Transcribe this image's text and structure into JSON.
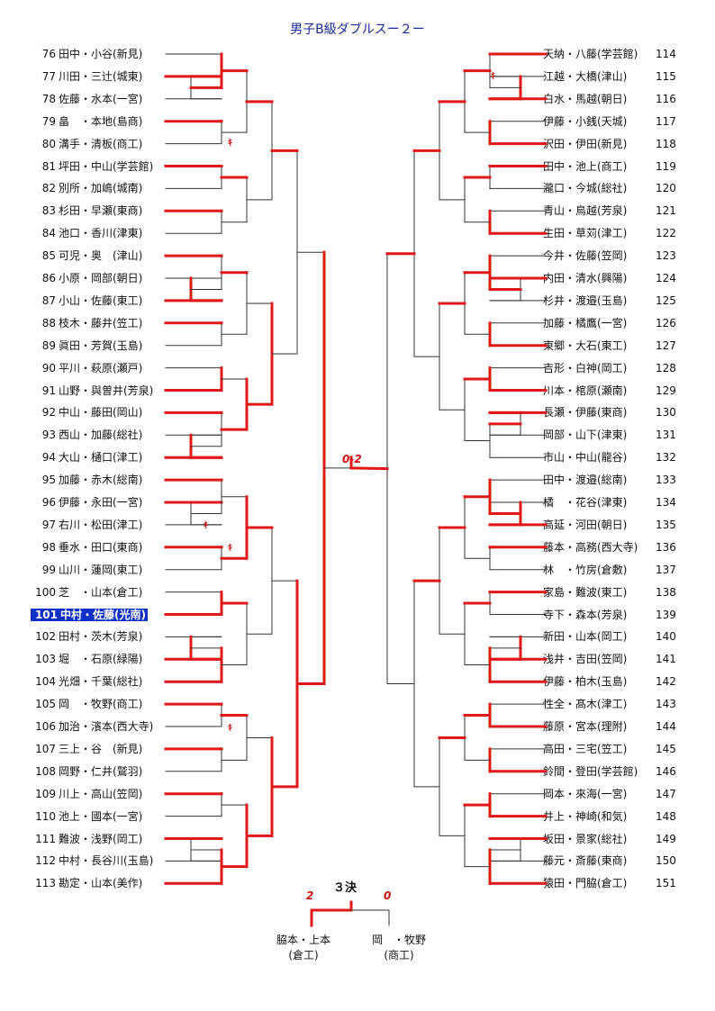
{
  "title": "男子B級ダブルスー２ー",
  "left_entries": [
    {
      "num": "76",
      "name": "田中・小谷(新見)"
    },
    {
      "num": "77",
      "name": "川田・三辻(城東)"
    },
    {
      "num": "78",
      "name": "佐藤・水本(一宮)"
    },
    {
      "num": "79",
      "name": "畠　・本地(島商)"
    },
    {
      "num": "80",
      "name": "溝手・清板(商工)"
    },
    {
      "num": "81",
      "name": "坪田・中山(学芸館)"
    },
    {
      "num": "82",
      "name": "別所・加嶋(城南)"
    },
    {
      "num": "83",
      "name": "杉田・早瀬(東商)"
    },
    {
      "num": "84",
      "name": "池口・香川(津東)"
    },
    {
      "num": "85",
      "name": "可児・奥　(津山)"
    },
    {
      "num": "86",
      "name": "小原・岡部(朝日)"
    },
    {
      "num": "87",
      "name": "小山・佐藤(東工)"
    },
    {
      "num": "88",
      "name": "枝木・藤井(笠工)"
    },
    {
      "num": "89",
      "name": "眞田・芳賀(玉島)"
    },
    {
      "num": "90",
      "name": "平川・萩原(瀬戸)"
    },
    {
      "num": "91",
      "name": "山野・與曽井(芳泉)"
    },
    {
      "num": "92",
      "name": "中山・藤田(岡山)"
    },
    {
      "num": "93",
      "name": "西山・加藤(総社)"
    },
    {
      "num": "94",
      "name": "大山・樋口(津工)"
    },
    {
      "num": "95",
      "name": "加藤・赤木(総南)"
    },
    {
      "num": "96",
      "name": "伊藤・永田(一宮)"
    },
    {
      "num": "97",
      "name": "右川・松田(津工)"
    },
    {
      "num": "98",
      "name": "垂水・田口(東商)"
    },
    {
      "num": "99",
      "name": "山川・蓮岡(東工)"
    },
    {
      "num": "100",
      "name": "芝　・山本(倉工)"
    },
    {
      "num": "101",
      "name": "中村・佐藤(光南)"
    },
    {
      "num": "102",
      "name": "田村・茨木(芳泉)"
    },
    {
      "num": "103",
      "name": "堀　・石原(緑陽)"
    },
    {
      "num": "104",
      "name": "光畑・千葉(総社)"
    },
    {
      "num": "105",
      "name": "岡　・牧野(商工)"
    },
    {
      "num": "106",
      "name": "加治・濱本(西大寺)"
    },
    {
      "num": "107",
      "name": "三上・谷　(新見)"
    },
    {
      "num": "108",
      "name": "岡野・仁井(鷲羽)"
    },
    {
      "num": "109",
      "name": "川上・高山(笠岡)"
    },
    {
      "num": "110",
      "name": "池上・國本(一宮)"
    },
    {
      "num": "111",
      "name": "難波・浅野(岡工)"
    },
    {
      "num": "112",
      "name": "中村・長谷川(玉島)"
    },
    {
      "num": "113",
      "name": "勘定・山本(美作)"
    }
  ],
  "right_entries": [
    {
      "num": "114",
      "name": "天納・八藤(学芸館)"
    },
    {
      "num": "115",
      "name": "江越・大橋(津山)"
    },
    {
      "num": "116",
      "name": "白水・馬越(朝日)"
    },
    {
      "num": "117",
      "name": "伊藤・小銭(天城)"
    },
    {
      "num": "118",
      "name": "沢田・伊田(新見)"
    },
    {
      "num": "119",
      "name": "田中・池上(商工)"
    },
    {
      "num": "120",
      "name": "瀧口・今城(総社)"
    },
    {
      "num": "121",
      "name": "青山・鳥越(芳泉)"
    },
    {
      "num": "122",
      "name": "生田・草苅(津工)"
    },
    {
      "num": "123",
      "name": "今井・佐藤(笠岡)"
    },
    {
      "num": "124",
      "name": "内田・清水(興陽)"
    },
    {
      "num": "125",
      "name": "杉井・渡邉(玉島)"
    },
    {
      "num": "126",
      "name": "加藤・橘鷹(一宮)"
    },
    {
      "num": "127",
      "name": "東郷・大石(東工)"
    },
    {
      "num": "128",
      "name": "吉形・白神(岡工)"
    },
    {
      "num": "129",
      "name": "川本・棺原(瀬南)"
    },
    {
      "num": "130",
      "name": "長瀬・伊藤(東商)"
    },
    {
      "num": "131",
      "name": "岡部・山下(津東)"
    },
    {
      "num": "132",
      "name": "市山・中山(龍谷)"
    },
    {
      "num": "133",
      "name": "田中・渡邉(総南)"
    },
    {
      "num": "134",
      "name": "橘　・花谷(津東)"
    },
    {
      "num": "135",
      "name": "高延・河田(朝日)"
    },
    {
      "num": "136",
      "name": "藤本・高務(西大寺)"
    },
    {
      "num": "137",
      "name": "林　・竹房(倉敷)"
    },
    {
      "num": "138",
      "name": "家島・難波(東工)"
    },
    {
      "num": "139",
      "name": "寺下・森本(芳泉)"
    },
    {
      "num": "140",
      "name": "新田・山本(岡工)"
    },
    {
      "num": "141",
      "name": "浅井・吉田(笠岡)"
    },
    {
      "num": "142",
      "name": "伊藤・柏木(玉島)"
    },
    {
      "num": "143",
      "name": "性全・髙木(津工)"
    },
    {
      "num": "144",
      "name": "藤原・宮本(理附)"
    },
    {
      "num": "145",
      "name": "高田・三宅(笠工)"
    },
    {
      "num": "146",
      "name": "鈴間・登田(学芸館)"
    },
    {
      "num": "147",
      "name": "岡本・來海(一宮)"
    },
    {
      "num": "148",
      "name": "井上・神崎(和気)"
    },
    {
      "num": "149",
      "name": "坂田・景家(総社)"
    },
    {
      "num": "150",
      "name": "藤元・斎藤(東商)"
    },
    {
      "num": "151",
      "name": "猿田・門脇(倉工)"
    }
  ],
  "final_score": "0-2",
  "forfeit_mark": "ｷ",
  "third_place": {
    "title": "３決",
    "left_score": "2",
    "right_score": "0",
    "left_names": "脇本・上本",
    "left_school": "(倉工)",
    "right_names": "岡　・牧野",
    "right_school": "(商工)"
  },
  "colors": {
    "win_line": "#e01818",
    "line": "#333333",
    "title": "#1a2a9a",
    "highlight": "#1030c8"
  }
}
